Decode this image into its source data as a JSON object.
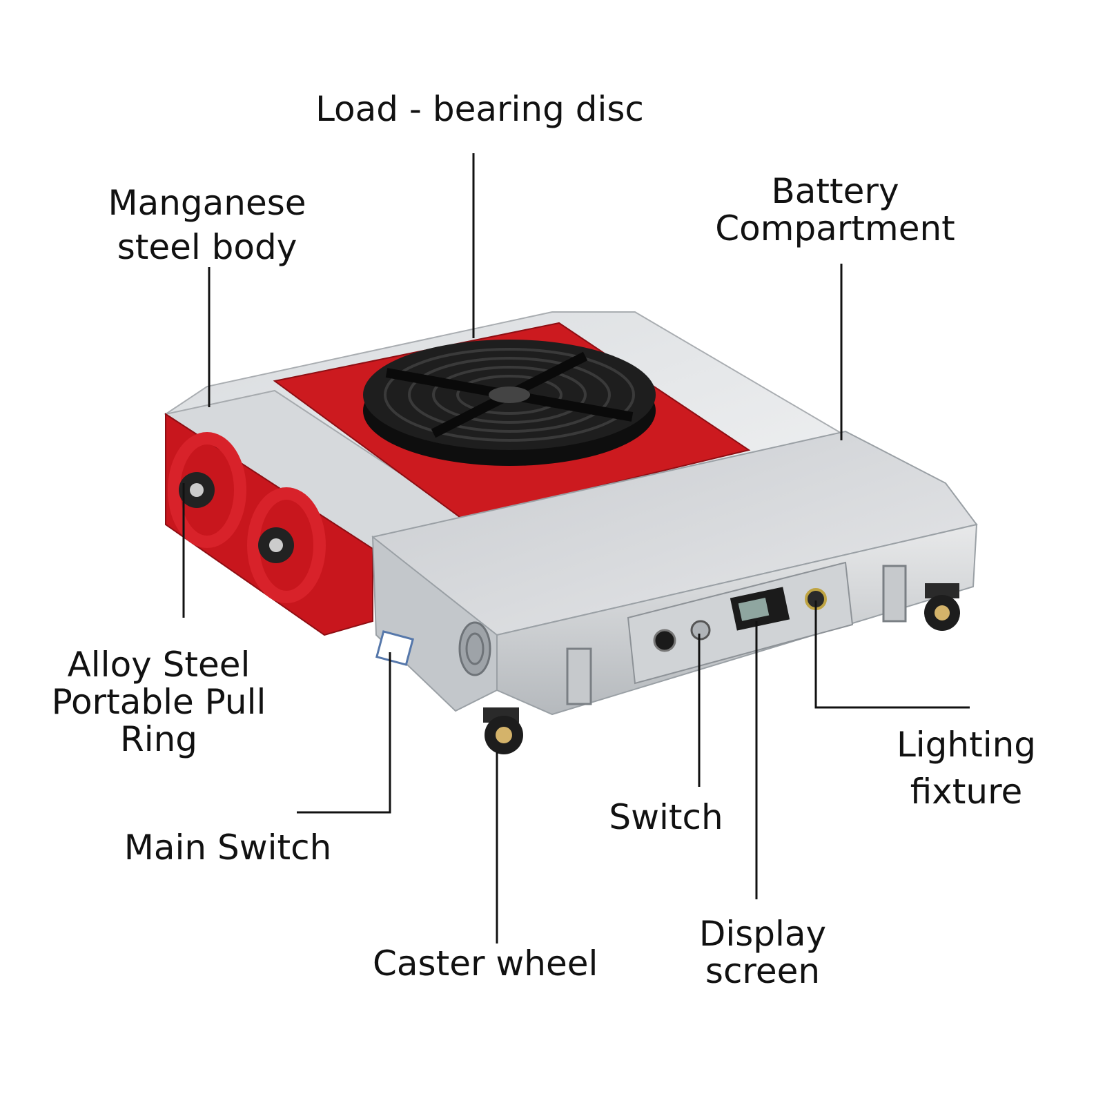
{
  "labels": {
    "load_bearing_disc": [
      "Load - bearing disc"
    ],
    "manganese_body": [
      "Manganese",
      "steel body"
    ],
    "battery_compartment": [
      "Battery",
      "Compartment"
    ],
    "pull_ring": [
      "Alloy Steel",
      "Portable Pull",
      "Ring"
    ],
    "main_switch": [
      "Main Switch"
    ],
    "caster_wheel": [
      "Caster wheel"
    ],
    "switch": [
      "Switch"
    ],
    "display_screen": [
      "Display",
      "screen"
    ],
    "lighting_fixture": [
      "Lighting",
      "fixture"
    ]
  },
  "colors": {
    "red_body": "#c8161d",
    "steel_light": "#e4e6e8",
    "steel_mid": "#bfc3c7",
    "steel_dark": "#8c9196",
    "disc": "#1b1b1b",
    "leader": "#111111"
  }
}
